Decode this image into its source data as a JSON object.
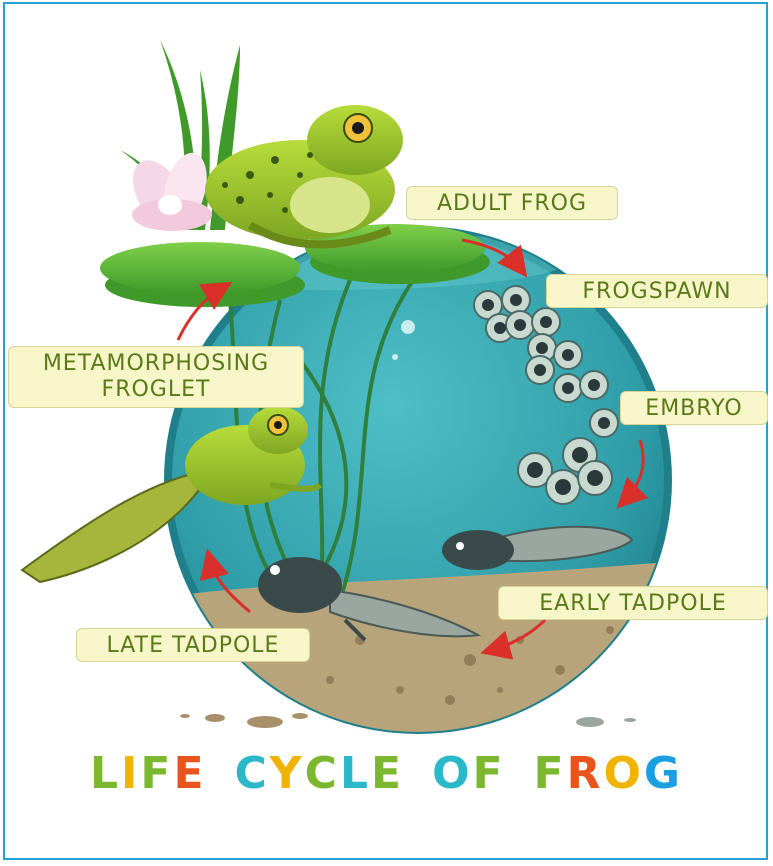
{
  "labels": {
    "adult_frog": "ADULT FROG",
    "frogspawn": "FROGSPAWN",
    "embryo": "EMBRYO",
    "early_tadpole": "EARLY TADPOLE",
    "late_tadpole": "LATE TADPOLE",
    "froglet_line1": "METAMORPHOSING",
    "froglet_line2": "FROGLET"
  },
  "title": {
    "words": [
      {
        "letters": [
          {
            "ch": "L",
            "color": "#7cb82f"
          },
          {
            "ch": "I",
            "color": "#f0b400"
          },
          {
            "ch": "F",
            "color": "#7cb82f"
          },
          {
            "ch": "E",
            "color": "#e8541c"
          }
        ]
      },
      {
        "letters": [
          {
            "ch": "C",
            "color": "#2bb8c8"
          },
          {
            "ch": "Y",
            "color": "#f0b400"
          },
          {
            "ch": "C",
            "color": "#7cb82f"
          },
          {
            "ch": "L",
            "color": "#2bb8c8"
          },
          {
            "ch": "E",
            "color": "#7cb82f"
          }
        ]
      },
      {
        "letters": [
          {
            "ch": "O",
            "color": "#2bb8c8"
          },
          {
            "ch": "F",
            "color": "#7cb82f"
          }
        ]
      },
      {
        "letters": [
          {
            "ch": "F",
            "color": "#7cb82f"
          },
          {
            "ch": "R",
            "color": "#e8541c"
          },
          {
            "ch": "O",
            "color": "#f0b400"
          },
          {
            "ch": "G",
            "color": "#1a9fe0"
          }
        ]
      }
    ]
  },
  "colors": {
    "frame": "#2a9fd0",
    "water": "#3aa7b0",
    "label_bg": "#f7f6c8",
    "label_text": "#5a7a1a",
    "arrow": "#d9302a"
  }
}
